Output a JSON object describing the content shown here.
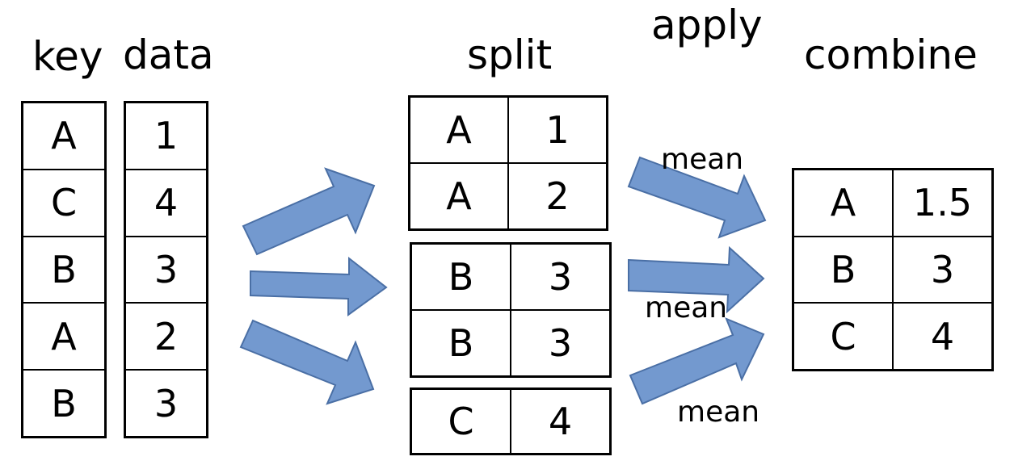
{
  "headings": {
    "key": "key",
    "data": "data",
    "split": "split",
    "apply": "apply",
    "combine": "combine"
  },
  "key_column": [
    "A",
    "C",
    "B",
    "A",
    "B"
  ],
  "data_column": [
    "1",
    "4",
    "3",
    "2",
    "3"
  ],
  "split_groups": [
    {
      "rows": [
        {
          "key": "A",
          "value": "1"
        },
        {
          "key": "A",
          "value": "2"
        }
      ]
    },
    {
      "rows": [
        {
          "key": "B",
          "value": "3"
        },
        {
          "key": "B",
          "value": "3"
        }
      ]
    },
    {
      "rows": [
        {
          "key": "C",
          "value": "4"
        }
      ]
    }
  ],
  "apply_labels": [
    "mean",
    "mean",
    "mean"
  ],
  "combined": [
    {
      "key": "A",
      "value": "1.5"
    },
    {
      "key": "B",
      "value": "3"
    },
    {
      "key": "C",
      "value": "4"
    }
  ],
  "colors": {
    "arrow_fill": "#7399cf",
    "arrow_stroke": "#4a6fa5"
  }
}
